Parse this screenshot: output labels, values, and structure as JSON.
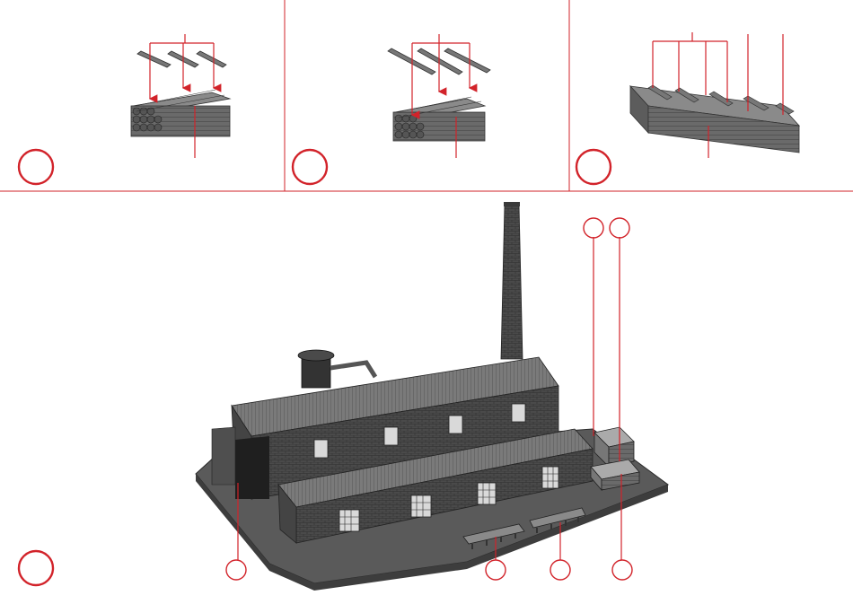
{
  "diagram": {
    "accent_color": "#d2232a",
    "gray_dark": "#3a3a3a",
    "gray_mid": "#6b6b6b",
    "gray_light": "#9a9a9a",
    "step_markers": [
      {
        "name": "step-1-marker",
        "label": ""
      },
      {
        "name": "step-2-marker",
        "label": ""
      },
      {
        "name": "step-3-marker",
        "label": ""
      },
      {
        "name": "step-4-marker",
        "label": ""
      }
    ],
    "callouts": [
      {
        "name": "callout-gate",
        "label": ""
      },
      {
        "name": "callout-bench-left",
        "label": ""
      },
      {
        "name": "callout-bench-right",
        "label": ""
      },
      {
        "name": "callout-stack-front",
        "label": ""
      },
      {
        "name": "callout-stack-top-left",
        "label": ""
      },
      {
        "name": "callout-stack-top-right",
        "label": ""
      }
    ]
  }
}
